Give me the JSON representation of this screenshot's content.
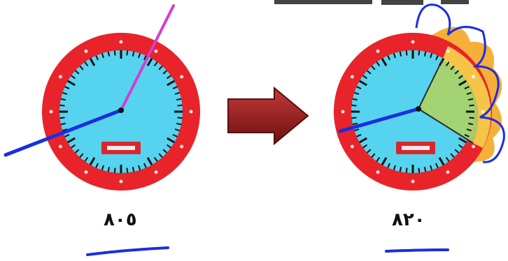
{
  "colors": {
    "rim": "#e8232a",
    "face": "#56d3ee",
    "arrow": "#8e1a1a",
    "hand_blue": "#1a2ee0",
    "hand_magenta": "#d63bd6",
    "sector_fill": "#a8d36a",
    "sector_outer": "#f5a623",
    "sector_outer2": "#f7d64a",
    "badge": "#d8262c",
    "underline": "#1d2fd6"
  },
  "icons": {
    "transform_arrow": "right-arrow-icon"
  },
  "clocks": [
    {
      "id": "left",
      "caption": "٨٠٥",
      "hand_from_minute": 8,
      "hand_to_minute": 48
    },
    {
      "id": "right",
      "caption": "٨٢٠",
      "hand_from_minute": 2,
      "hand_to_minute": 13
    }
  ]
}
